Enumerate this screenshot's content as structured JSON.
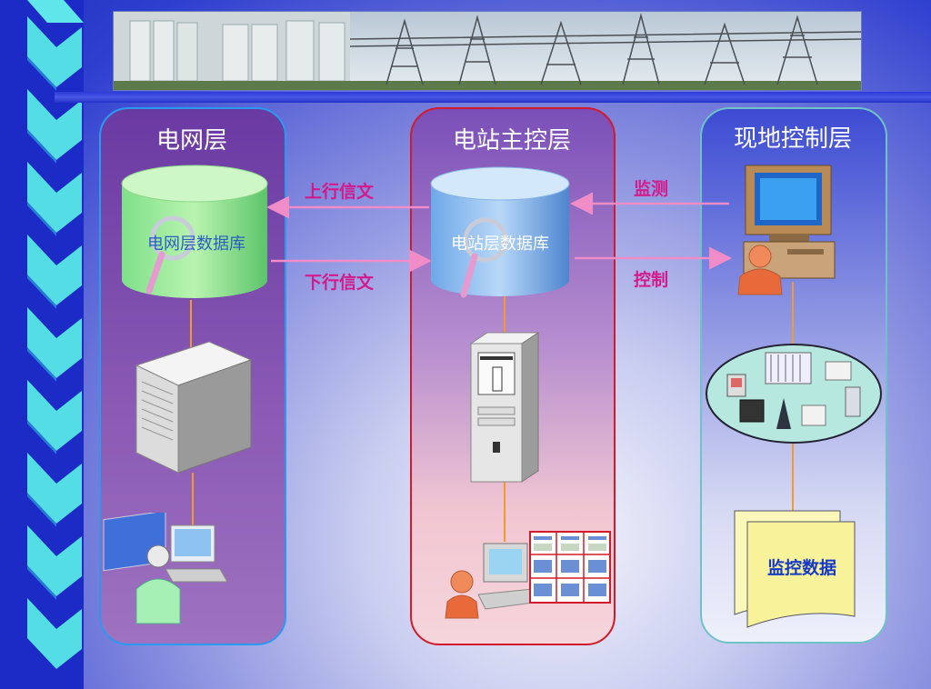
{
  "panels": {
    "grid": {
      "title": "电网层",
      "db_label": "电网层数据库"
    },
    "station": {
      "title": "电站主控层",
      "db_label": "电站层数据库"
    },
    "field": {
      "title": "现地控制层",
      "doc_label": "监控数据"
    }
  },
  "arrows": {
    "uplink": "上行信文",
    "downlink": "下行信文",
    "monitor": "监测",
    "control": "控制"
  },
  "colors": {
    "grid_border": "#2a9af0",
    "station_border": "#d31a2a",
    "field_border": "#6ec2c8",
    "arrow_label": "#d41a8a",
    "connector": "#f29a2e",
    "arrow": "#f08cc8"
  }
}
